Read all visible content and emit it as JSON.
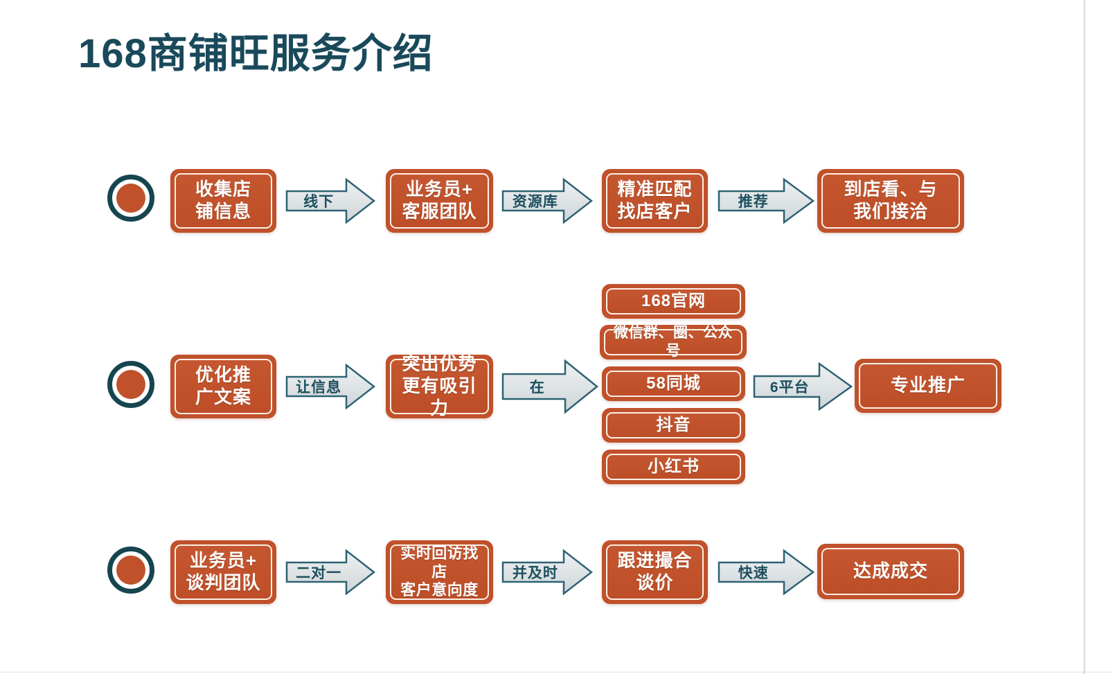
{
  "title": "168商铺旺服务介绍",
  "colors": {
    "title": "#19495a",
    "box_orange": "#c0512b",
    "ring_teal": "#16454f",
    "arrow_fill": "#dfe3e5",
    "arrow_stroke": "#2d6273",
    "box_text": "#ffffff",
    "background": "#ffffff"
  },
  "rows": [
    {
      "bullet": "row-1-bullet",
      "boxes": [
        {
          "label": "收集店\n铺信息"
        },
        {
          "label": "业务员+\n客服团队"
        },
        {
          "label": "精准匹配\n找店客户"
        },
        {
          "label": "到店看、与\n我们接洽"
        }
      ],
      "arrows": [
        {
          "label": "线下"
        },
        {
          "label": "资源库"
        },
        {
          "label": "推荐"
        }
      ]
    },
    {
      "bullet": "row-2-bullet",
      "boxes": [
        {
          "label": "优化推\n广文案"
        },
        {
          "label": "突出优势\n更有吸引力"
        },
        {
          "label": "专业推广"
        }
      ],
      "arrows": [
        {
          "label": "让信息"
        },
        {
          "label": "在"
        },
        {
          "label": "6平台"
        }
      ],
      "platforms": [
        {
          "label": "168官网"
        },
        {
          "label": "微信群、圈、公众号"
        },
        {
          "label": "58同城"
        },
        {
          "label": "抖音"
        },
        {
          "label": "小红书"
        }
      ]
    },
    {
      "bullet": "row-3-bullet",
      "boxes": [
        {
          "label": "业务员+\n谈判团队"
        },
        {
          "label": "实时回访找店\n客户意向度"
        },
        {
          "label": "跟进撮合\n谈价"
        },
        {
          "label": "达成成交"
        }
      ],
      "arrows": [
        {
          "label": "二对一"
        },
        {
          "label": "并及时"
        },
        {
          "label": "快速"
        }
      ]
    }
  ]
}
